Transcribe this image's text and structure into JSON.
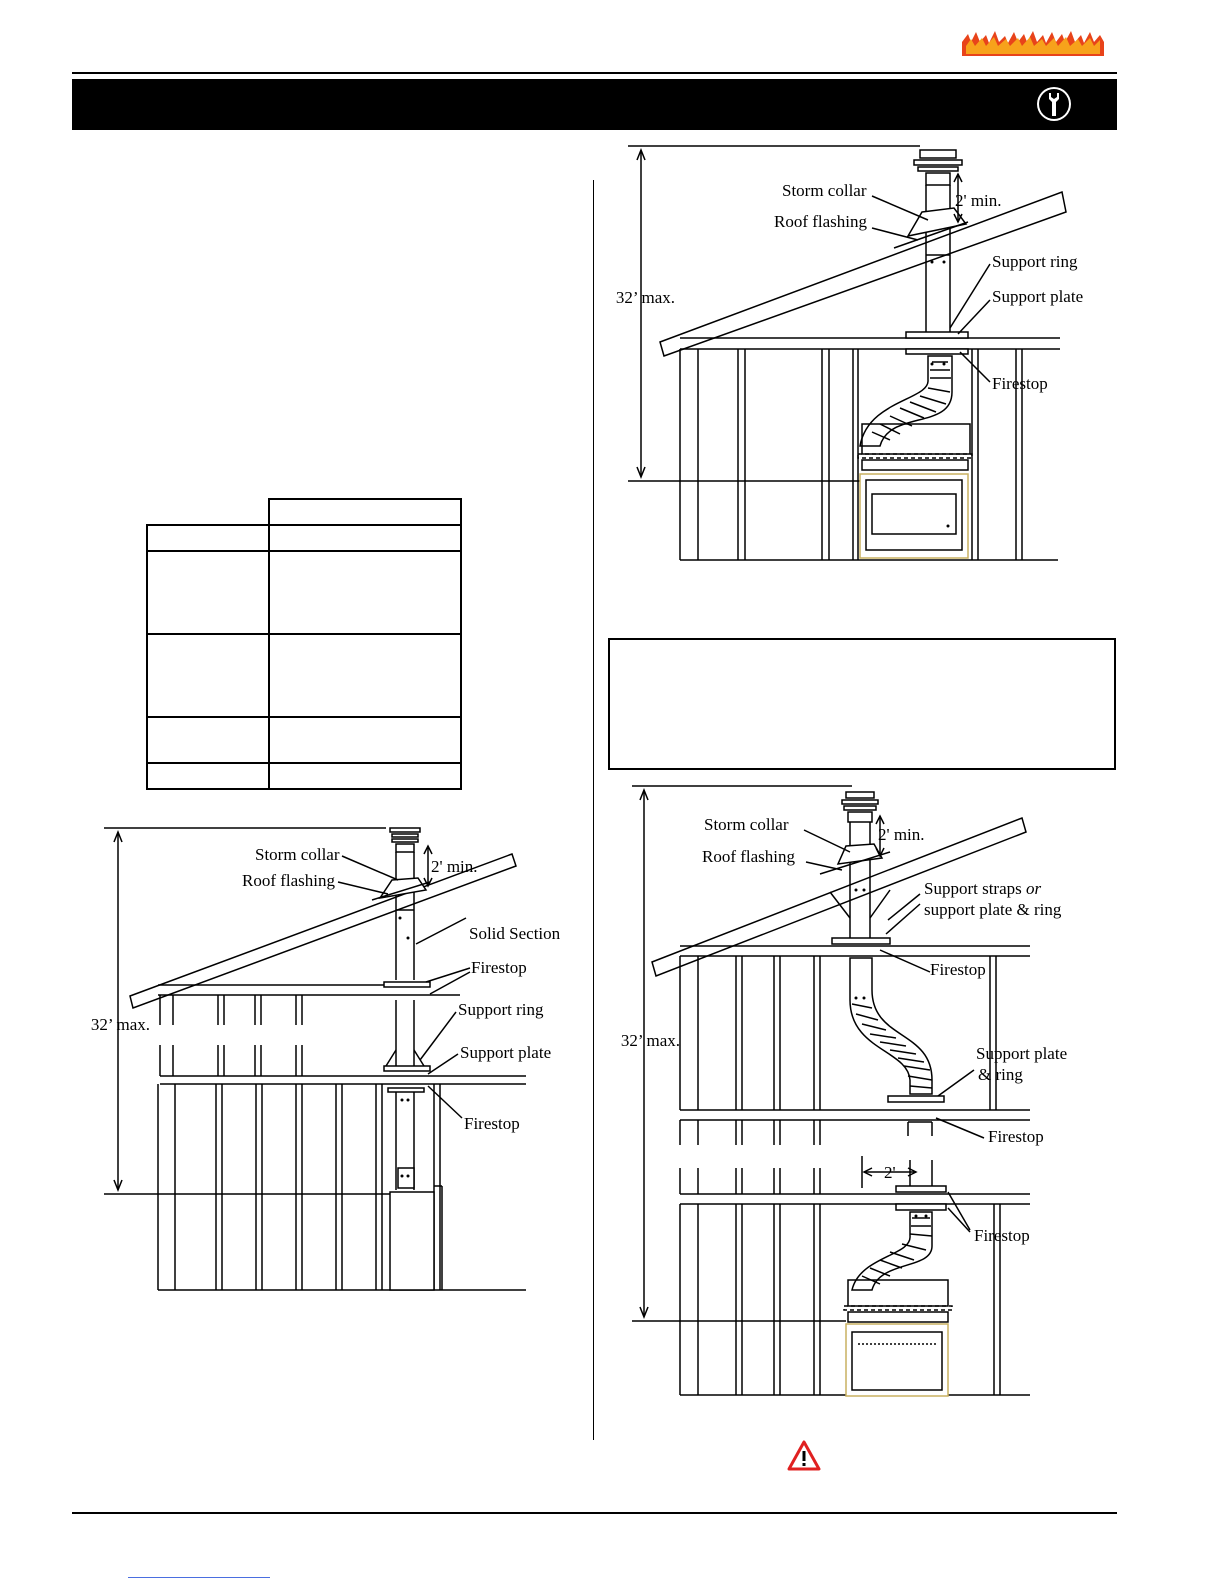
{
  "page": {
    "brand_color": "#e8431a",
    "section_bar_color": "#000000"
  },
  "header": {
    "logo_icon": "flame-logo",
    "section_icon": "wrench-icon"
  },
  "table": {
    "rows": 6,
    "cells": [
      [
        "",
        ""
      ],
      [
        "",
        ""
      ],
      [
        "",
        ""
      ],
      [
        "",
        ""
      ],
      [
        "",
        ""
      ],
      [
        "",
        ""
      ]
    ]
  },
  "diagrams": {
    "fig_left": {
      "height_label": "32’ max.",
      "storm_collar": "Storm collar",
      "clearance": "2' min.",
      "roof_flashing": "Roof flashing",
      "solid_section": "Solid Section",
      "firestop_1": "Firestop",
      "support_ring": "Support ring",
      "support_plate": "Support plate",
      "firestop_2": "Firestop"
    },
    "fig_top_right": {
      "height_label": "32’ max.",
      "storm_collar": "Storm collar",
      "clearance": "2' min.",
      "roof_flashing": "Roof flashing",
      "support_ring": "Support ring",
      "support_plate": "Support plate",
      "firestop": "Firestop"
    },
    "fig_bottom_right": {
      "height_label": "32’ max.",
      "storm_collar": "Storm collar",
      "clearance": "2' min.",
      "roof_flashing": "Roof flashing",
      "support_straps_a": "Support straps ",
      "support_straps_or": "or",
      "support_straps_b": "support plate & ring",
      "firestop_1": "Firestop",
      "support_plate_a": "Support plate",
      "support_plate_b": "& ring",
      "firestop_2": "Firestop",
      "offset": "2'",
      "firestop_3": "Firestop"
    }
  },
  "footer": {
    "warning_icon": "warning-triangle-icon"
  }
}
